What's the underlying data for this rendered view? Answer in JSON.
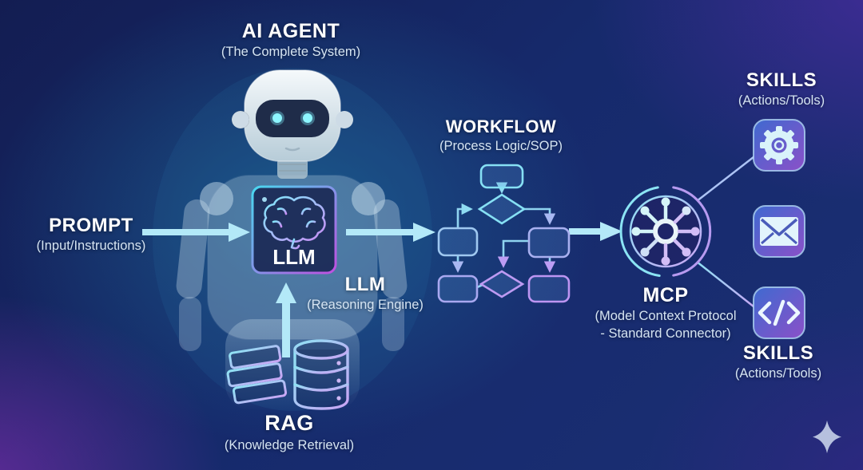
{
  "labels": {
    "ai_agent": {
      "title": "AI AGENT",
      "subtitle": "(The Complete System)"
    },
    "prompt": {
      "title": "PROMPT",
      "subtitle": "(Input/Instructions)"
    },
    "llm_chip": {
      "label": "LLM"
    },
    "llm": {
      "title": "LLM",
      "subtitle": "(Reasoning Engine)"
    },
    "workflow": {
      "title": "WORKFLOW",
      "subtitle": "(Process Logic/SOP)"
    },
    "mcp": {
      "title": "MCP",
      "subtitle_line1": "(Model Context Protocol",
      "subtitle_line2": "- Standard Connector)"
    },
    "skills_top": {
      "title": "SKILLS",
      "subtitle": "(Actions/Tools)"
    },
    "skills_bottom": {
      "title": "SKILLS",
      "subtitle": "(Actions/Tools)"
    },
    "rag": {
      "title": "RAG",
      "subtitle": "(Knowledge Retrieval)"
    }
  },
  "icons": {
    "robot": "robot-figure",
    "llm_chip": "chip-brain-icon",
    "mcp": "hub-network-icon",
    "skills": [
      "gear-icon",
      "email-icon",
      "code-icon"
    ],
    "rag": [
      "books-icon",
      "database-icon"
    ],
    "decoration": "sparkle-icon"
  },
  "colors": {
    "background_navy": "#162a6c",
    "background_teal_glow": "#1e76a0",
    "background_purple_corner": "#802caf",
    "arrow_cyan": "#b3e9f8",
    "flow_cyan": "#86e0f4",
    "flow_purple": "#bd9df4",
    "chip_fill": "#1c2a56",
    "chip_border_cyan": "#48d8f0",
    "chip_border_magenta": "#c04fe0",
    "skill_square_blue": "#3f6ad0",
    "skill_square_purple": "#8b50c8",
    "heading_text": "#ffffff",
    "subtitle_text": "#d5e4f2"
  }
}
